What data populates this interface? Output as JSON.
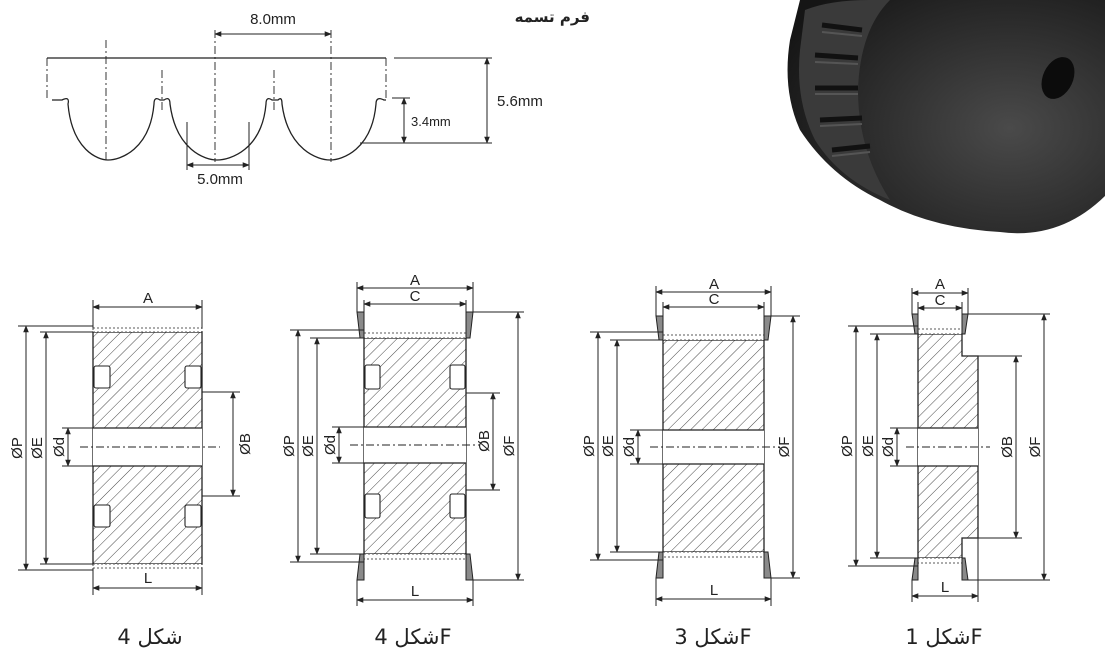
{
  "belt_profile": {
    "title": "فرم تسمه",
    "pitch_label": "8.0mm",
    "total_height_label": "5.6mm",
    "tooth_height_label": "3.4mm",
    "tooth_width_label": "5.0mm"
  },
  "product_photo": {
    "icon": "timing-pulley-photo"
  },
  "figures": [
    {
      "id": "fig4",
      "caption": "شکل 4",
      "labels": {
        "A": "A",
        "L": "L",
        "P": "ØP",
        "E": "ØE",
        "d": "Ød",
        "B": "ØB"
      }
    },
    {
      "id": "fig4F",
      "caption": "شکل 4F",
      "labels": {
        "A": "A",
        "C": "C",
        "L": "L",
        "P": "ØP",
        "E": "ØE",
        "d": "Ød",
        "B": "ØB",
        "F": "ØF"
      }
    },
    {
      "id": "fig3F",
      "caption": "شکل 3F",
      "labels": {
        "A": "A",
        "C": "C",
        "L": "L",
        "P": "ØP",
        "E": "ØE",
        "d": "Ød",
        "F": "ØF"
      }
    },
    {
      "id": "fig1F",
      "caption": "شکل 1F",
      "labels": {
        "A": "A",
        "C": "C",
        "L": "L",
        "P": "ØP",
        "E": "ØE",
        "d": "Ød",
        "B": "ØB",
        "F": "ØF"
      }
    }
  ],
  "colors": {
    "line": "#222222",
    "flange": "#8a8a8a",
    "photo_dark": "#1e1e1e"
  }
}
